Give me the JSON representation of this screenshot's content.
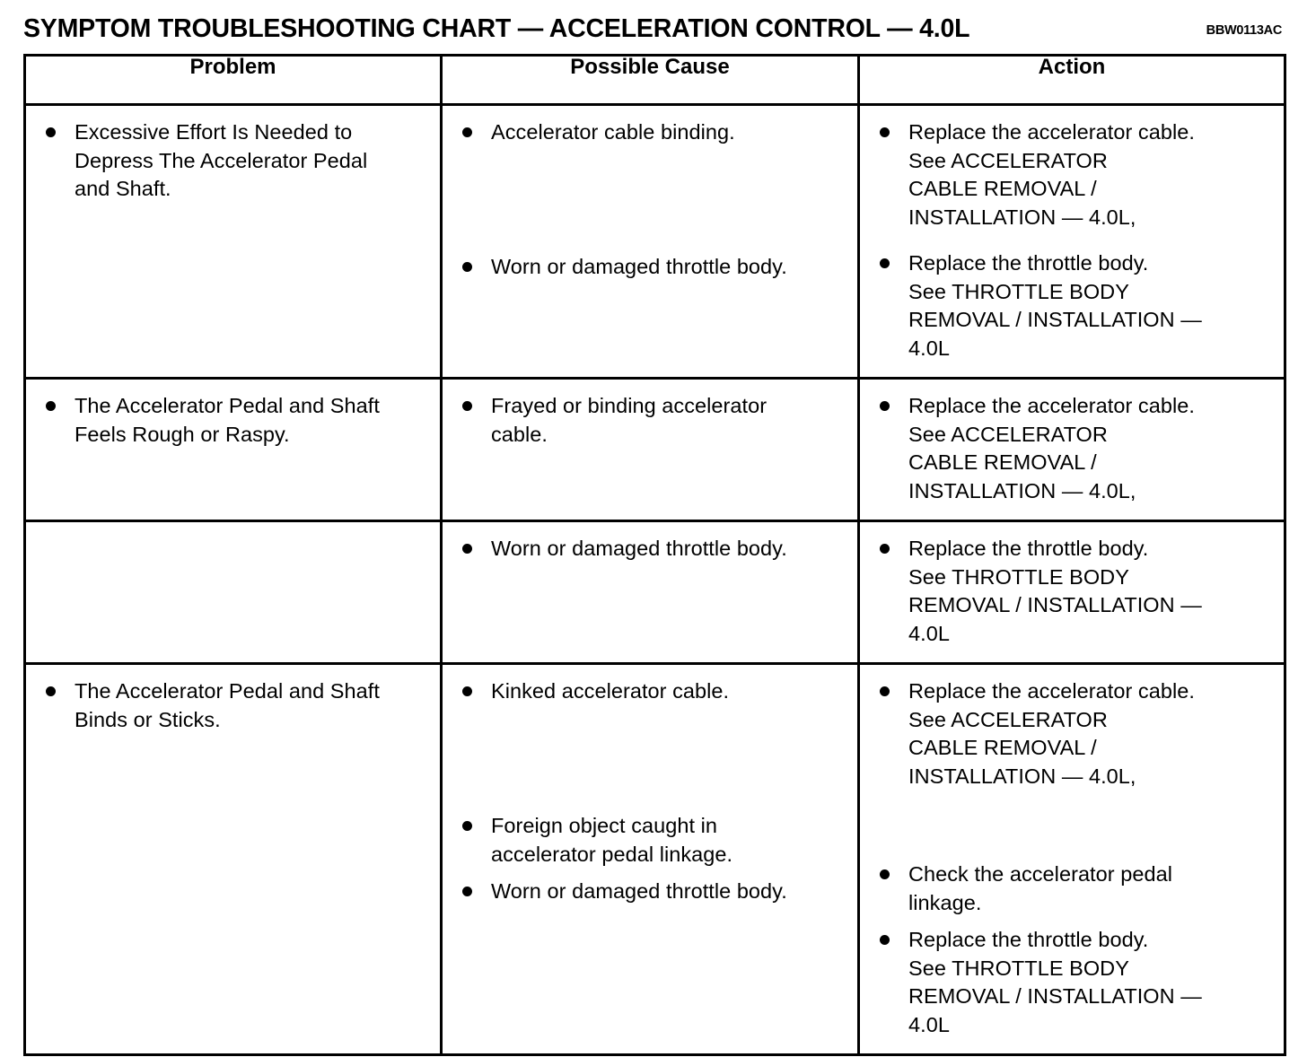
{
  "header": {
    "title": "SYMPTOM TROUBLESHOOTING CHART — ACCELERATION CONTROL — 4.0L",
    "doc_code": "BBW0113AC"
  },
  "table": {
    "columns": [
      {
        "key": "problem",
        "label": "Problem"
      },
      {
        "key": "cause",
        "label": "Possible Cause"
      },
      {
        "key": "action",
        "label": "Action"
      }
    ],
    "rows": [
      {
        "problem": [
          "Excessive Effort Is Needed to\nDepress The Accelerator Pedal\nand Shaft."
        ],
        "cause": [
          "Accelerator cable binding.",
          "Worn or damaged throttle body."
        ],
        "action": [
          "Replace the accelerator cable.\nSee ACCELERATOR\nCABLE REMOVAL /\nINSTALLATION — 4.0L,",
          "Replace the throttle body.\nSee THROTTLE BODY\nREMOVAL / INSTALLATION —\n4.0L"
        ]
      },
      {
        "problem": [
          "The Accelerator Pedal and Shaft\nFeels Rough or Raspy."
        ],
        "cause": [
          "Frayed or binding accelerator\ncable."
        ],
        "action": [
          "Replace the accelerator cable.\nSee  ACCELERATOR\nCABLE REMOVAL /\nINSTALLATION — 4.0L,"
        ]
      },
      {
        "problem": [],
        "cause": [
          "Worn or damaged throttle body."
        ],
        "action": [
          "Replace the throttle body.\nSee  THROTTLE BODY\nREMOVAL / INSTALLATION —\n4.0L"
        ]
      },
      {
        "problem": [
          "The Accelerator Pedal and Shaft\nBinds or Sticks."
        ],
        "cause": [
          "Kinked accelerator cable.",
          "Foreign object caught in\naccelerator pedal linkage.",
          "Worn or damaged throttle body."
        ],
        "action": [
          "Replace the accelerator cable.\nSee ACCELERATOR\nCABLE REMOVAL /\nINSTALLATION — 4.0L,",
          "Check the accelerator pedal\nlinkage.",
          "Replace the throttle body.\nSee THROTTLE BODY\nREMOVAL / INSTALLATION —\n4.0L"
        ]
      }
    ]
  },
  "colors": {
    "ink": "#000000",
    "paper": "#ffffff"
  }
}
